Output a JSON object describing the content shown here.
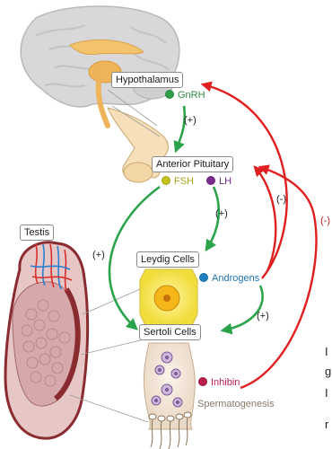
{
  "labels": {
    "hypothalamus": "Hypothalamus",
    "anterior_pituitary": "Anterior Pituitary",
    "testis": "Testis",
    "leydig_cells": "Leydig Cells",
    "sertoli_cells": "Sertoli Cells"
  },
  "hormones": {
    "gnrh": "GnRH",
    "fsh": "FSH",
    "lh": "LH",
    "androgens": "Androgens",
    "inhibin": "Inhibin"
  },
  "process": {
    "spermatogenesis": "Spermatogenesis"
  },
  "signs": {
    "stim_gnrh": "(+)",
    "stim_lh": "(+)",
    "stim_fsh": "(+)",
    "stim_androgen_sertoli": "(+)",
    "inhib_androgen": "(-)",
    "inhib_inhibin": "(-)"
  },
  "edge_fragments": [
    "I",
    "g",
    "I",
    "r"
  ],
  "colors": {
    "stimulatory_arrow": "#2aa34a",
    "inhibitory_arrow": "#e02020",
    "gnrh": "#2e9e4a",
    "fsh": "#c4c21c",
    "lh": "#7a2a8c",
    "androgens": "#1f7fc0",
    "inhibin": "#b81e4a",
    "label_text_gnrh": "#2e8a43",
    "label_text_fsh": "#a8a315",
    "label_text_lh": "#6b2a7c",
    "label_text_androgens": "#1b73b0",
    "label_text_inhibin": "#b81e4a",
    "spermatogenesis_text": "#8a7a6a"
  }
}
